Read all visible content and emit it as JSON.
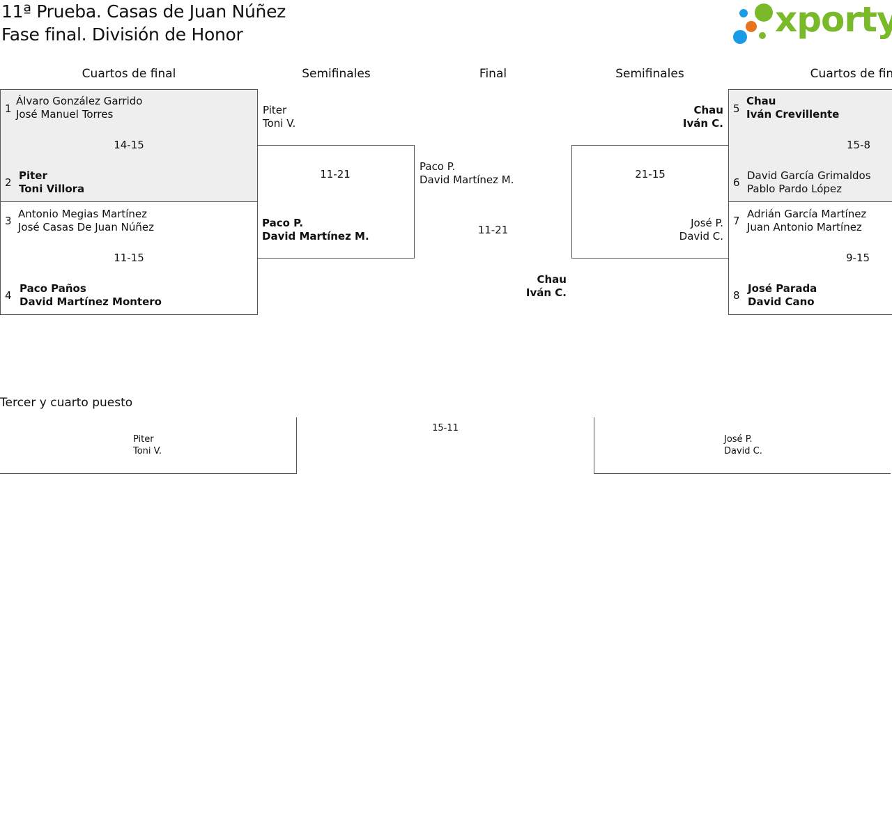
{
  "title": {
    "line1": "11ª Prueba. Casas de Juan Núñez",
    "line2": "Fase final. División de Honor"
  },
  "logo": {
    "text": "xporty",
    "dot_colors": [
      "#1a9be6",
      "#7ab929",
      "#e8731c"
    ],
    "text_color": "#7ab929"
  },
  "headers": {
    "qf_left": "Cuartos de final",
    "sf_left": "Semifinales",
    "final": "Final",
    "sf_right": "Semifinales",
    "qf_right": "Cuartos de final"
  },
  "quarterfinals": [
    {
      "score": "14-15",
      "top": {
        "seed": "1",
        "p1": "Álvaro González Garrido",
        "p2": "José Manuel Torres"
      },
      "bottom": {
        "seed": "2",
        "p1": "Piter",
        "p2": "Toni Villora"
      }
    },
    {
      "score": "11-15",
      "top": {
        "seed": "3",
        "p1": "Antonio Megias Martínez",
        "p2": "José Casas De Juan Núñez"
      },
      "bottom": {
        "seed": "4",
        "p1": "Paco Paños",
        "p2": "David Martínez Montero"
      }
    },
    {
      "score": "15-8",
      "top": {
        "seed": "5",
        "p1": "Chau",
        "p2": "Iván Crevillente"
      },
      "bottom": {
        "seed": "6",
        "p1": "David García Grimaldos",
        "p2": "Pablo Pardo López"
      }
    },
    {
      "score": "9-15",
      "top": {
        "seed": "7",
        "p1": "Adrián García Martínez",
        "p2": "Juan Antonio Martínez"
      },
      "bottom": {
        "seed": "8",
        "p1": "José Parada",
        "p2": "David Cano"
      }
    }
  ],
  "semifinals": {
    "left": {
      "score": "11-21",
      "top": {
        "p1": "Piter",
        "p2": "Toni V."
      },
      "bottom": {
        "p1": "Paco P.",
        "p2": "David Martínez M."
      }
    },
    "right": {
      "score": "21-15",
      "top": {
        "p1": "Chau",
        "p2": "Iván C."
      },
      "bottom": {
        "p1": "José P.",
        "p2": "David C."
      }
    }
  },
  "final": {
    "score": "11-21",
    "top": {
      "p1": "Paco P.",
      "p2": "David Martínez M."
    },
    "bottom": {
      "p1": "Chau",
      "p2": "Iván C."
    }
  },
  "third_place": {
    "title": "Tercer y cuarto puesto",
    "score": "15-11",
    "left": {
      "p1": "Piter",
      "p2": "Toni V."
    },
    "right": {
      "p1": "José P.",
      "p2": "David C."
    }
  }
}
